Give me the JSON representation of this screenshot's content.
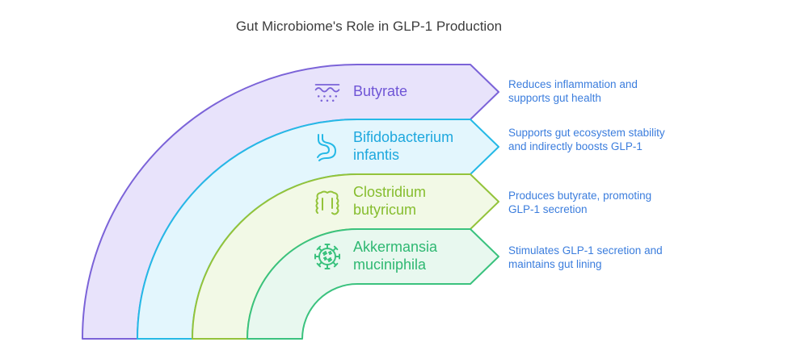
{
  "title": "Gut Microbiome's Role in GLP-1 Production",
  "bands": [
    {
      "label_lines": [
        "Butyrate"
      ],
      "icon": "skin-layers-icon",
      "stroke": "#7b63d8",
      "fill": "#e8e3fb",
      "text_color": "#6f55d6",
      "description": "Reduces inflammation and supports gut health"
    },
    {
      "label_lines": [
        "Bifidobacterium",
        "infantis"
      ],
      "icon": "stomach-icon",
      "stroke": "#25b9e6",
      "fill": "#e3f6fd",
      "text_color": "#1ea8de",
      "description": "Supports gut ecosystem stability and indirectly boosts GLP-1"
    },
    {
      "label_lines": [
        "Clostridium",
        "butyricum"
      ],
      "icon": "intestine-icon",
      "stroke": "#93c33a",
      "fill": "#f2f9e6",
      "text_color": "#86bd2e",
      "description": "Produces butyrate, promoting GLP-1 secretion"
    },
    {
      "label_lines": [
        "Akkermansia",
        "muciniphila"
      ],
      "icon": "bacteria-icon",
      "stroke": "#3ac27e",
      "fill": "#e8f8ef",
      "text_color": "#2fb872",
      "description": "Stimulates GLP-1 secretion and maintains gut lining"
    }
  ]
}
